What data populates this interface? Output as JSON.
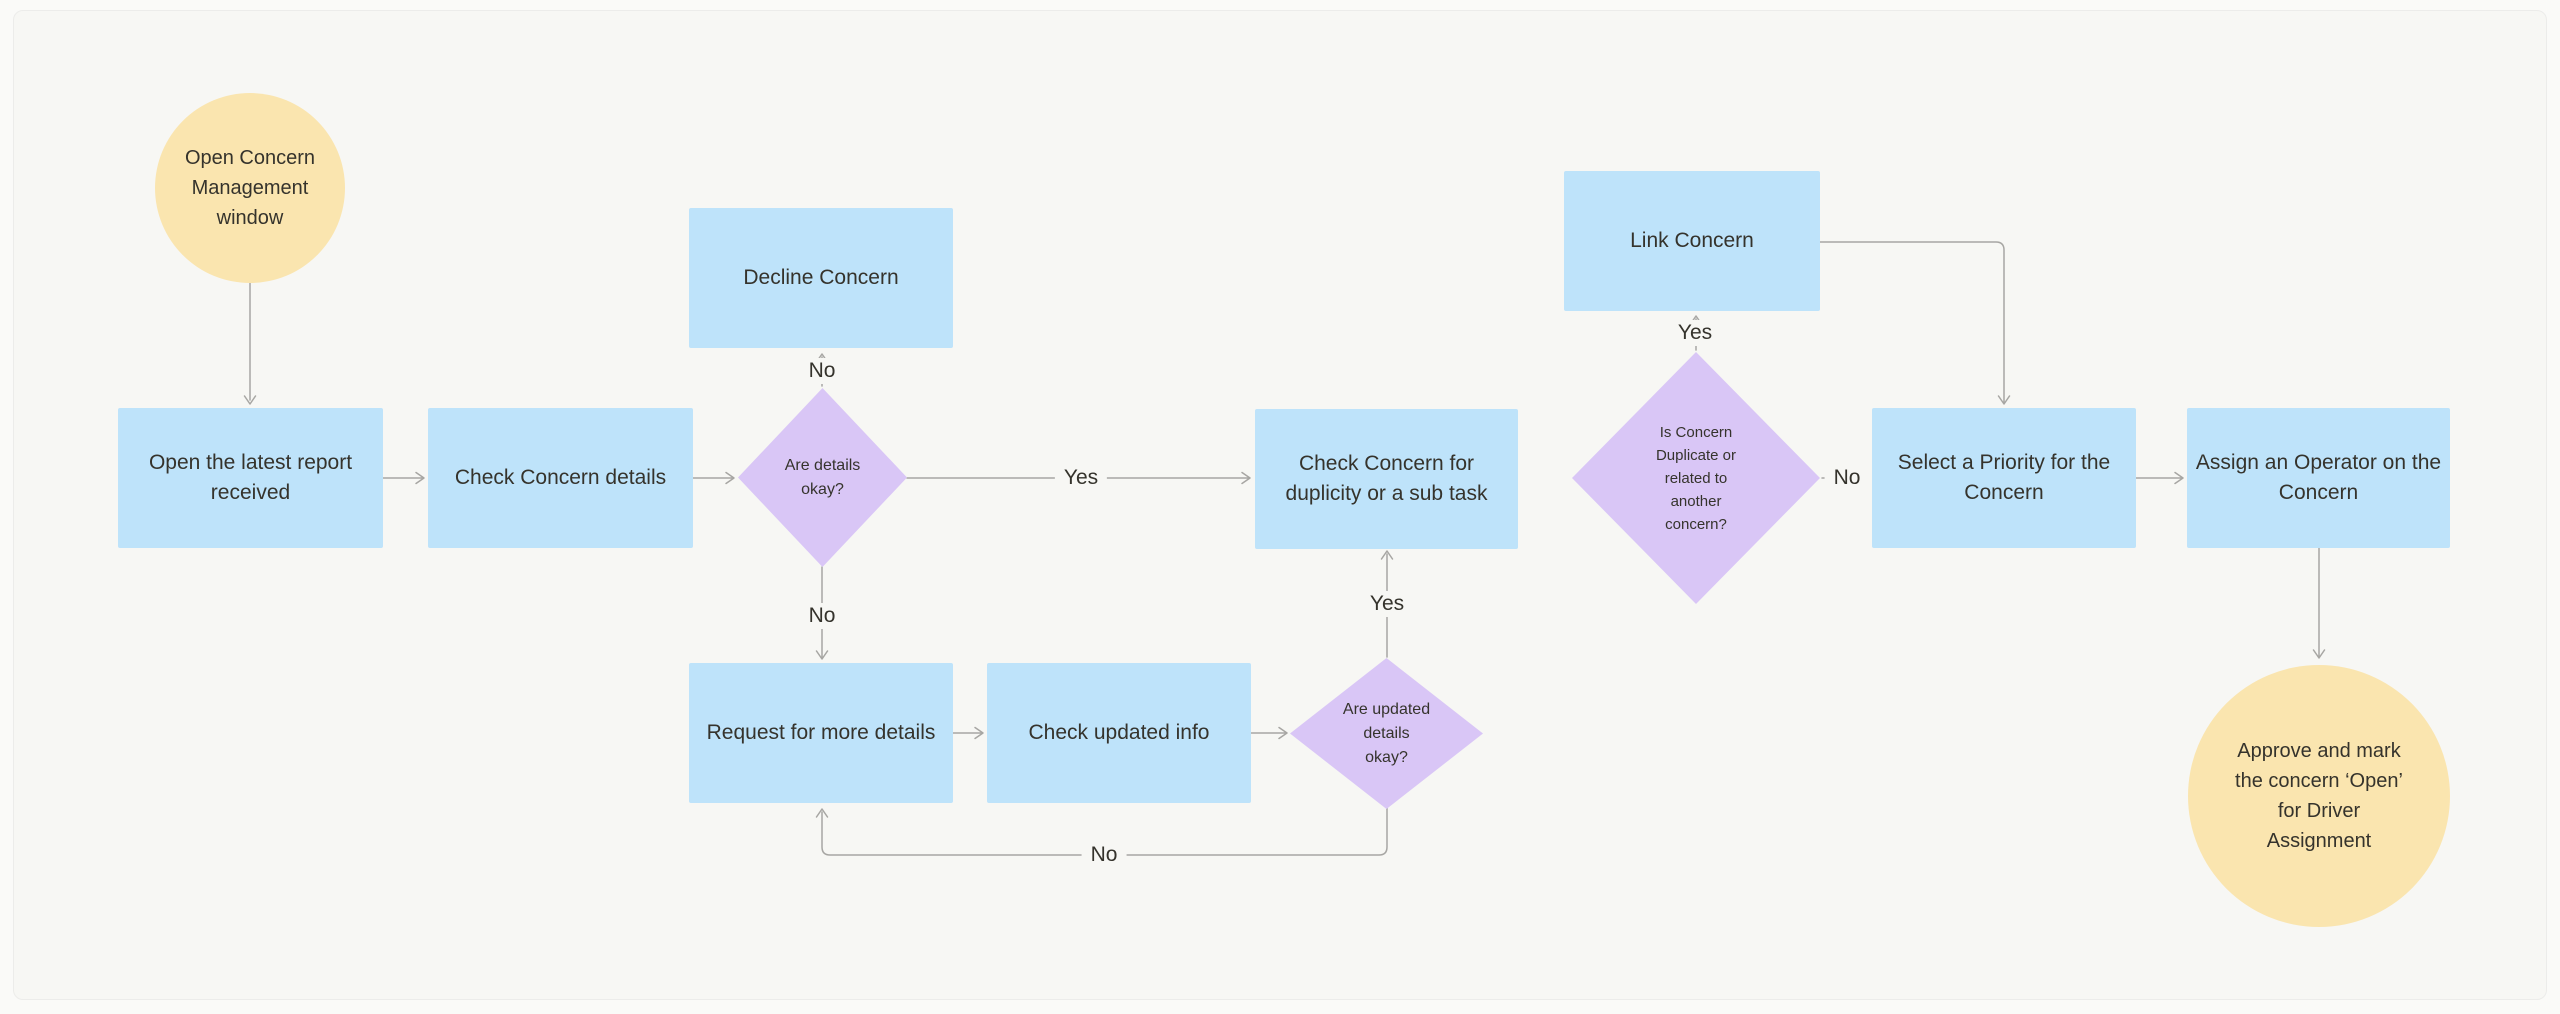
{
  "nodes": {
    "start": "Open Concern\nManagement\nwindow",
    "open_report": "Open the latest report\nreceived",
    "check_details": "Check Concern details",
    "details_ok": "Are details\nokay?",
    "decline": "Decline Concern",
    "check_duplicity": "Check Concern for\nduplicity or a sub task",
    "request_details": "Request for more details",
    "check_updated": "Check updated info",
    "updated_ok": "Are updated\ndetails\nokay?",
    "duplicate_q": "Is Concern\nDuplicate or\nrelated to\nanother\nconcern?",
    "link_concern": "Link Concern",
    "select_priority": "Select a Priority for the\nConcern",
    "assign_operator": "Assign an Operator on the\nConcern",
    "approve": "Approve and mark\nthe concern ‘Open’\nfor Driver\nAssignment"
  },
  "edge_labels": {
    "decline_no": "No",
    "duplicity_yes": "Yes",
    "request_no": "No",
    "updated_yes": "Yes",
    "loop_no": "No",
    "link_yes": "Yes",
    "priority_no": "No"
  },
  "colors": {
    "page": "#FAFAF8",
    "canvas": "#F7F7F4",
    "border": "#ECECEA",
    "process": "#BEE3FA",
    "decision": "#D9C6F6",
    "terminal": "#FAE5AF",
    "connector": "#A7A6A3",
    "text": "#35332C"
  }
}
